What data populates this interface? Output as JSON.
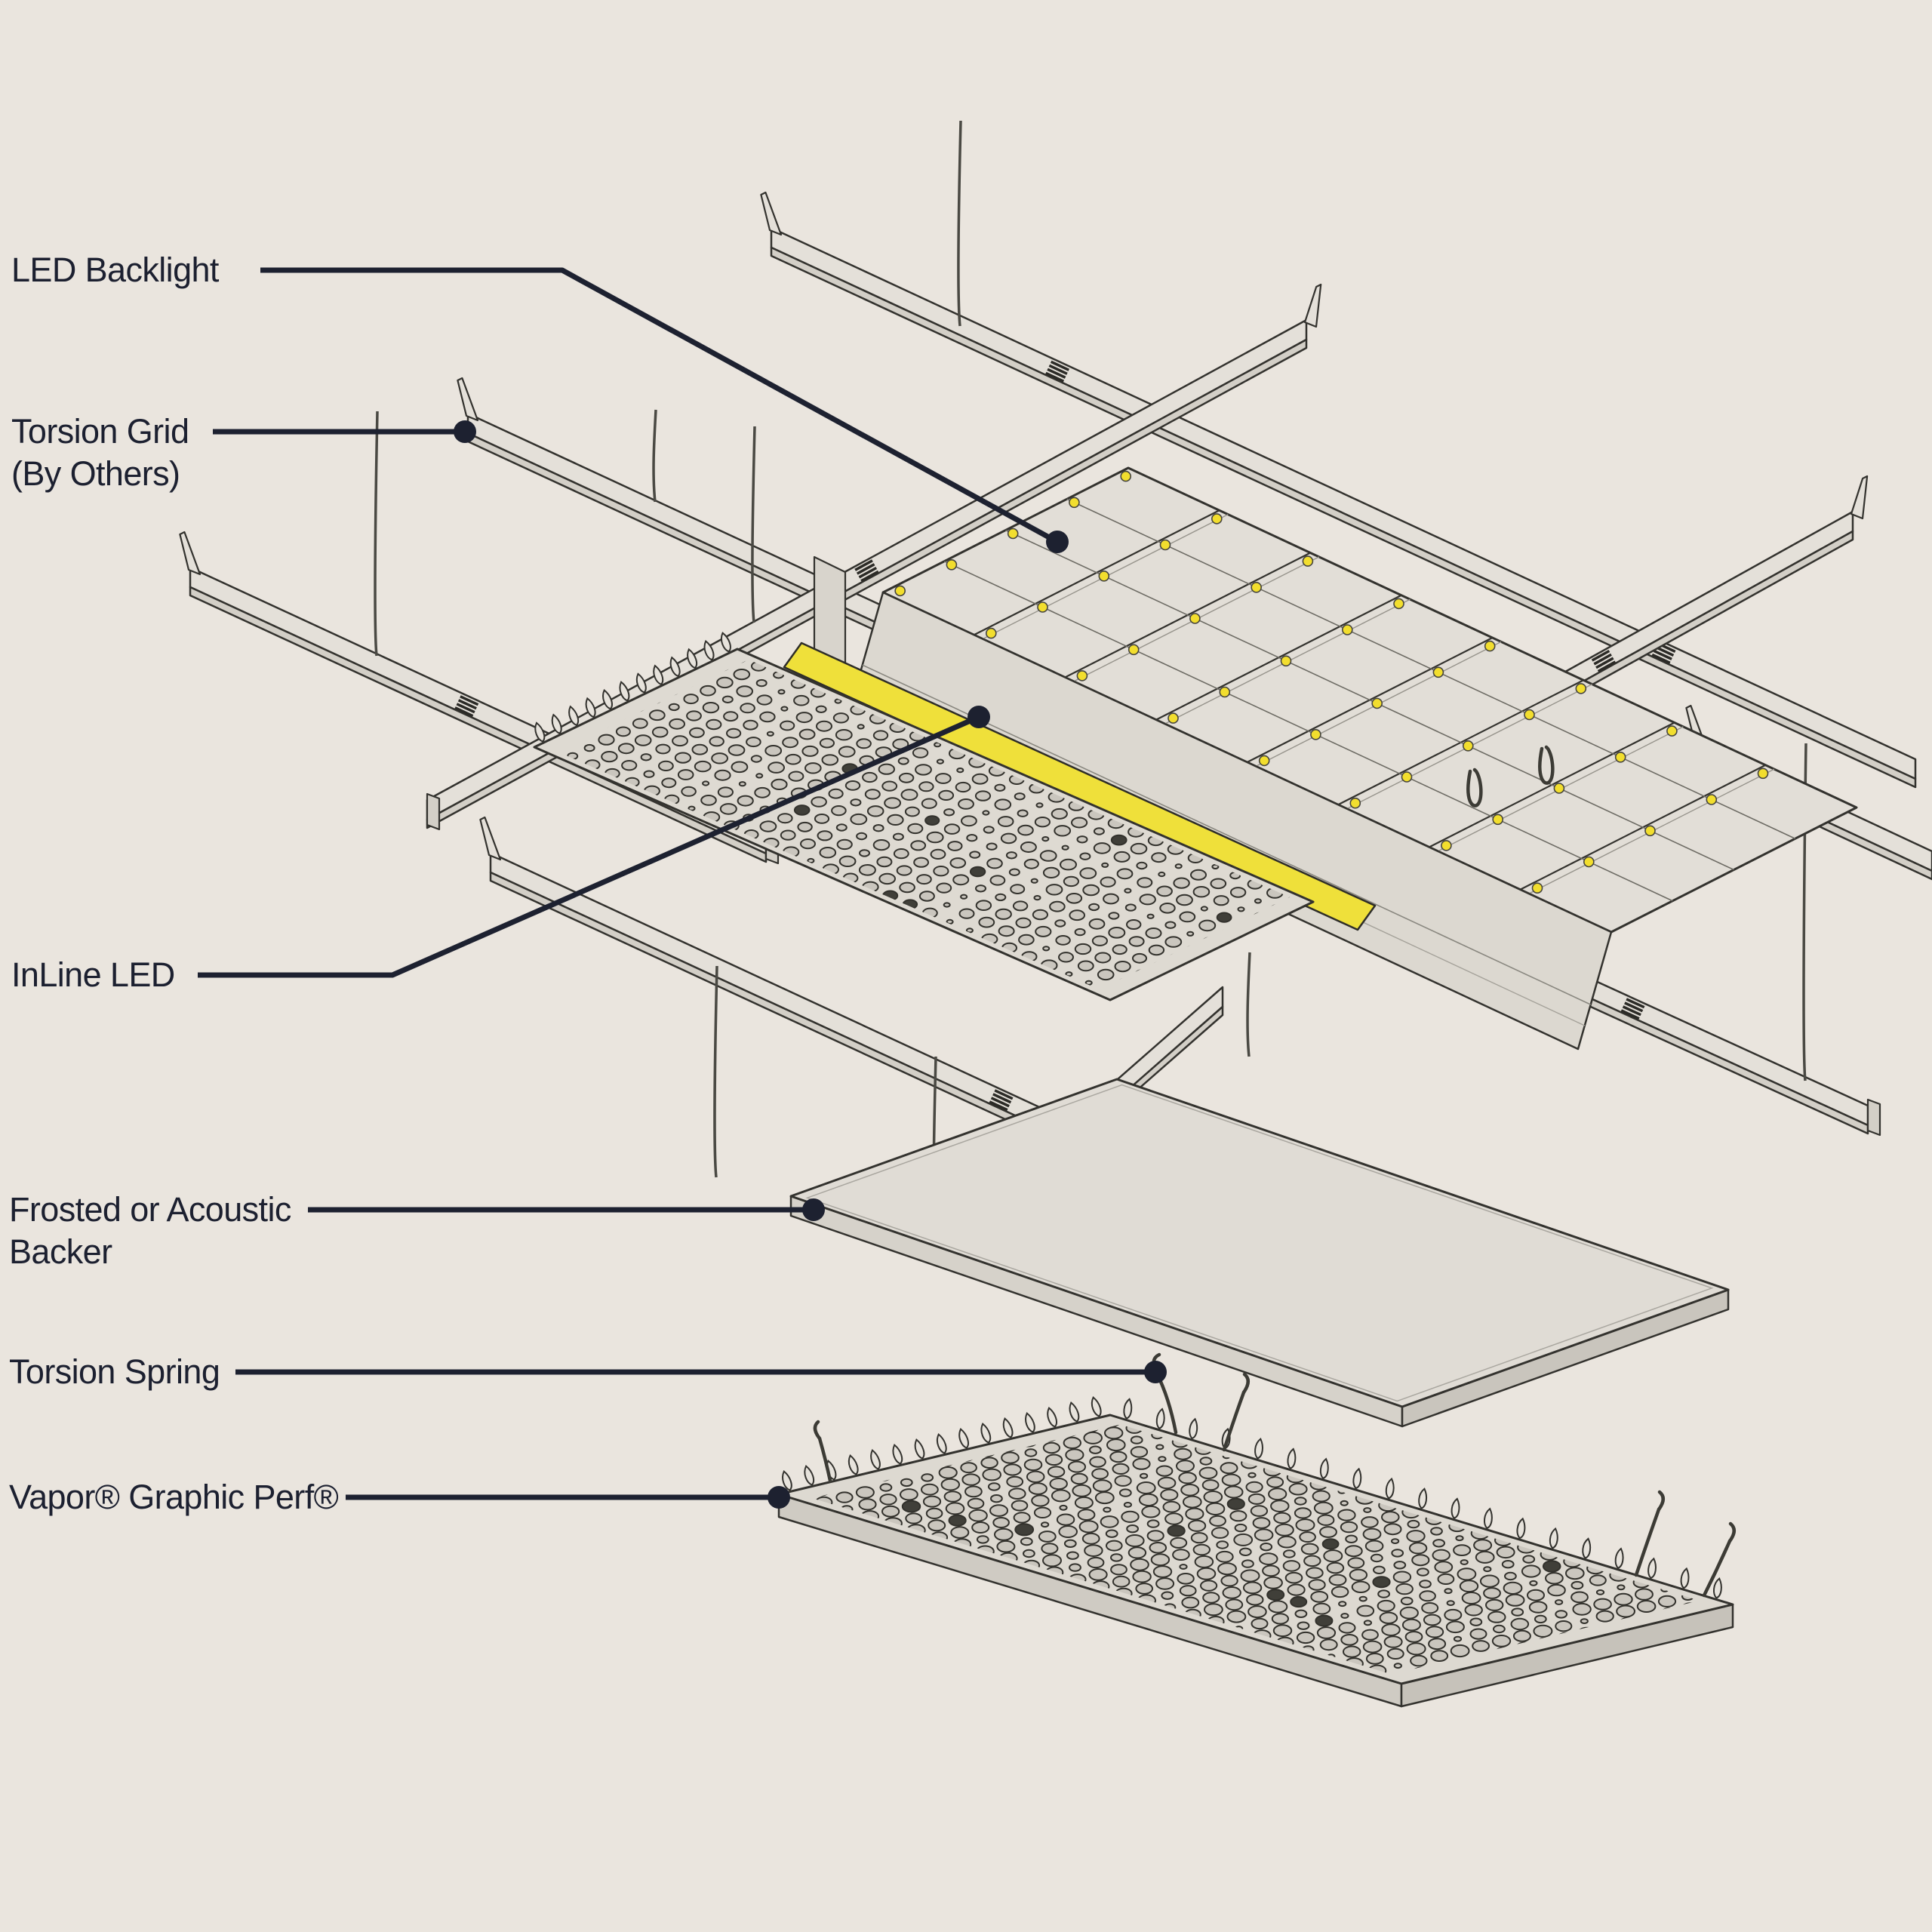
{
  "diagram": {
    "type": "exploded-axonometric-ceiling-assembly",
    "labels": {
      "led_backlight": {
        "lines": [
          "LED Backlight"
        ]
      },
      "torsion_grid": {
        "lines": [
          "Torsion Grid",
          "(By Others)"
        ]
      },
      "inline_led": {
        "lines": [
          "InLine LED"
        ]
      },
      "frosted_backer": {
        "lines": [
          "Frosted or Acoustic",
          "Backer"
        ]
      },
      "torsion_spring": {
        "lines": [
          "Torsion Spring"
        ]
      },
      "vapor_graphic_perf": {
        "lines": [
          "Vapor® Graphic Perf®"
        ]
      }
    },
    "colors": {
      "background": "#eae5de",
      "line": "#33322e",
      "leader": "#1d2130",
      "panel": "#e0dcd5",
      "panel_light": "#e4e0d9",
      "panel_mid": "#d3cfc7",
      "panel_shade": "#c6c2ba",
      "hole_fill": "#cac6be",
      "hole_dark": "#403f39",
      "wire": "#4a4943",
      "accent_yellow": "#efe03a",
      "led_dot": "#f2de2e"
    }
  }
}
